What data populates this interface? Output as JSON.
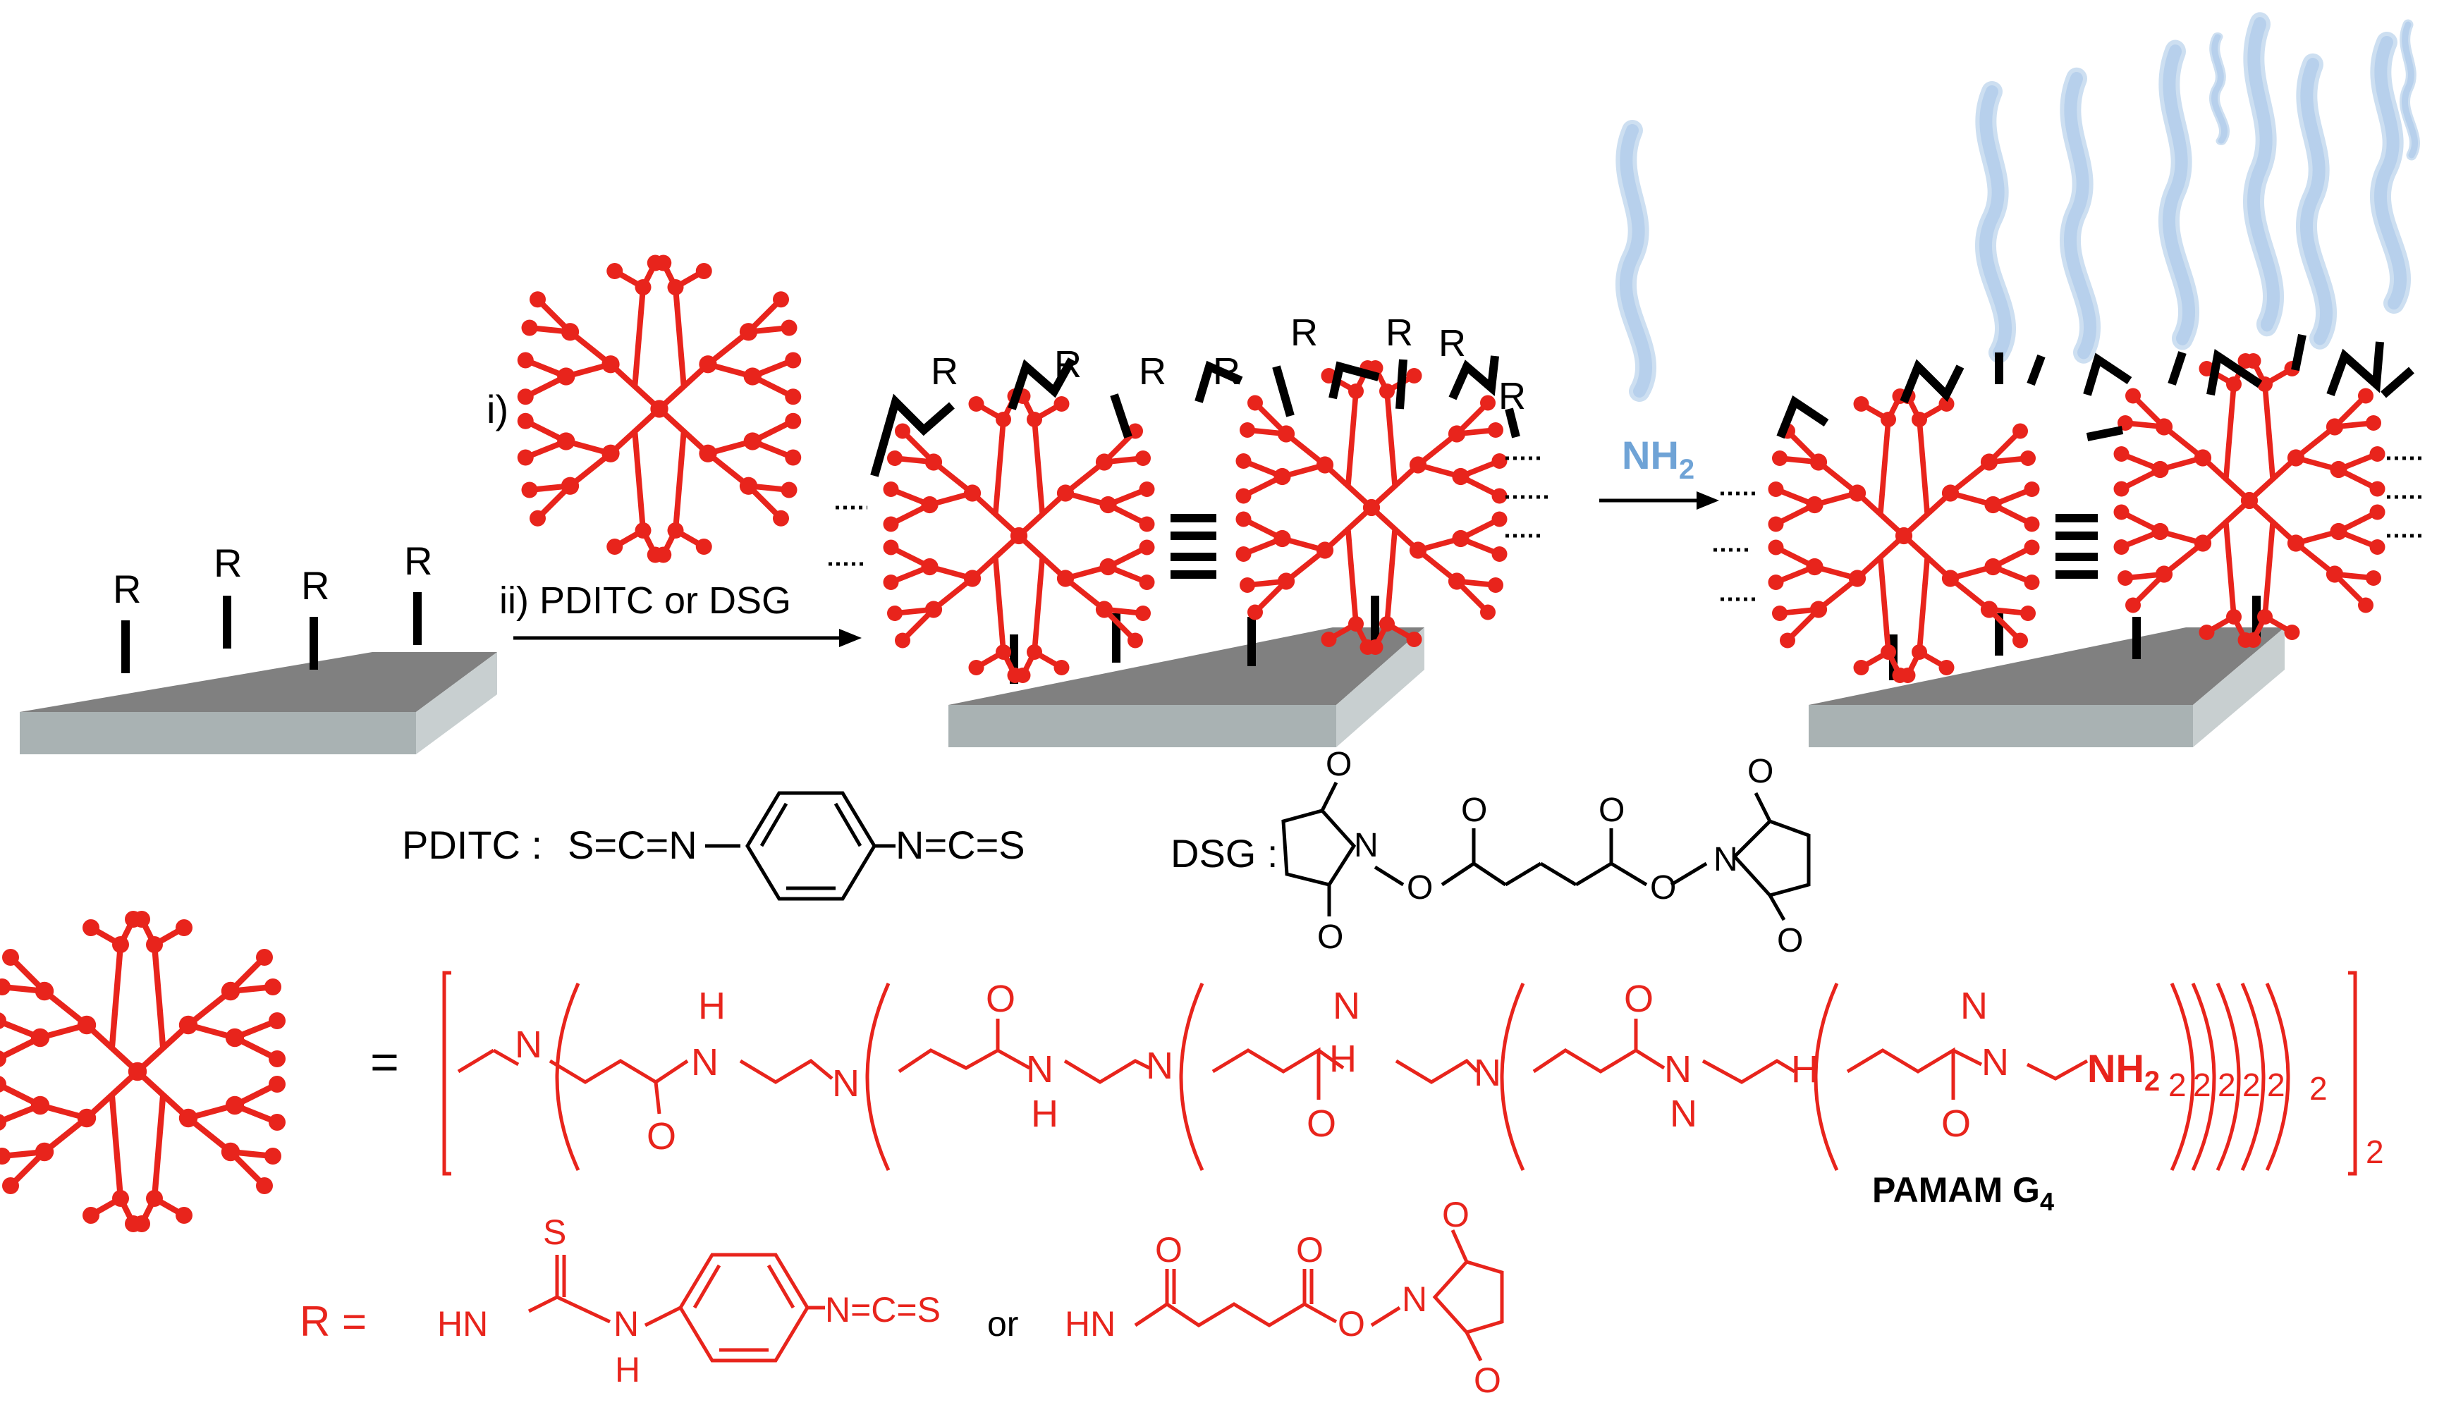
{
  "colors": {
    "red": "#e8241c",
    "black": "#000000",
    "blue": "#6fa3d6",
    "blue_fill": "#b7d0ec",
    "slab_top": "#808080",
    "slab_front": "#a9b2b3",
    "slab_side": "#c8cfd0"
  },
  "step1": {
    "surface_labels": [
      "R",
      "R",
      "R",
      "R"
    ],
    "reagent_i": "i)",
    "reagent_ii": "ii) PDITC or DSG"
  },
  "step2": {
    "nh2_label": "NH",
    "nh2_sub": "2"
  },
  "pditc": {
    "label": "PDITC :",
    "left_group": "S=C=N",
    "right_group": "N=C=S"
  },
  "dsg": {
    "label": "DSG :",
    "atom_n": "N",
    "atom_o": "O"
  },
  "pamam": {
    "equals": "=",
    "segments": [
      "N",
      "H",
      "N",
      "N",
      "N",
      "H",
      "N",
      "N",
      "H",
      "N",
      "N",
      "N",
      "H",
      "N",
      "N",
      "H",
      "N"
    ],
    "carbonyl_o": "O",
    "terminal": "NH",
    "terminal_sub": "2",
    "repeat": "2",
    "name": "PAMAM G",
    "name_sub": "4"
  },
  "r_def": {
    "lhs": "R =",
    "thiourea_s": "S",
    "hn": "HN",
    "nh": "N",
    "h": "H",
    "isothiocyanate": "N=C=S",
    "or": "or",
    "succ_o": "O",
    "succ_n": "N"
  }
}
